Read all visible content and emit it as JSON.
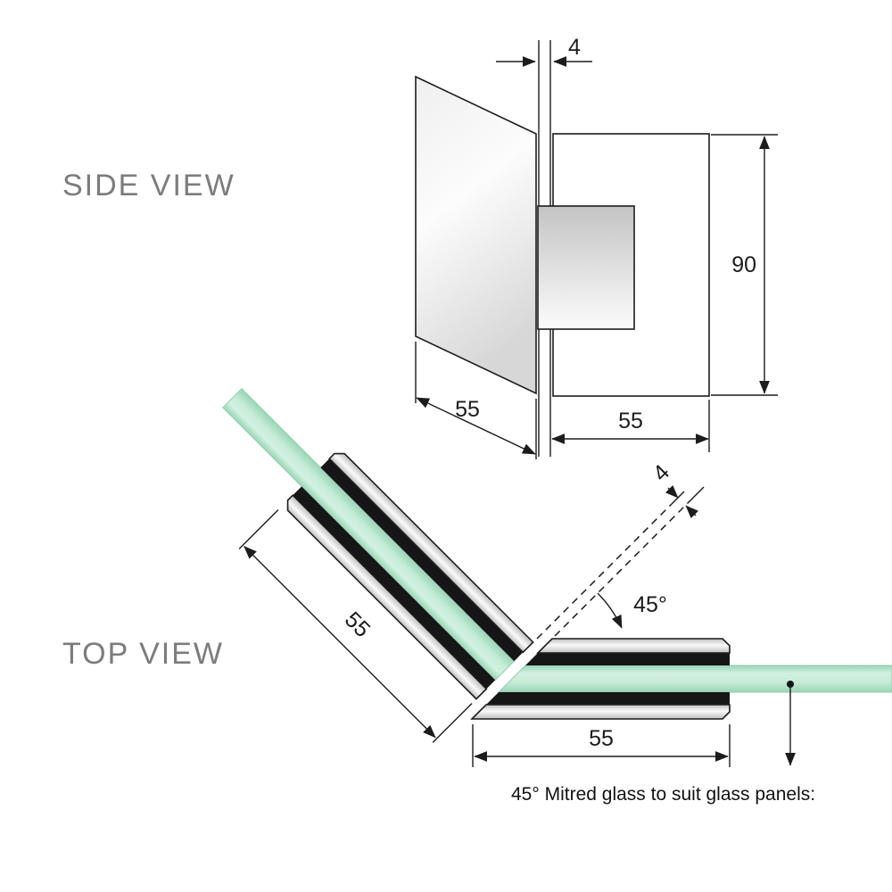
{
  "diagram": {
    "side_view": {
      "label": "SIDE VIEW",
      "dim_glass_thickness": "4",
      "dim_bracket_height": "90",
      "dim_glass_depth": "55",
      "dim_bracket_width": "55"
    },
    "top_view": {
      "label": "TOP VIEW",
      "dim_mitre_gap": "4",
      "dim_mitre_angle": "45°",
      "dim_left_plate_length": "55",
      "dim_right_plate_length": "55",
      "caption": "45° Mitred glass to suit glass panels:"
    },
    "colors": {
      "glass_green": "#b7e4c7",
      "line": "#1c1c1c",
      "label_gray": "#7c7c7c"
    }
  }
}
